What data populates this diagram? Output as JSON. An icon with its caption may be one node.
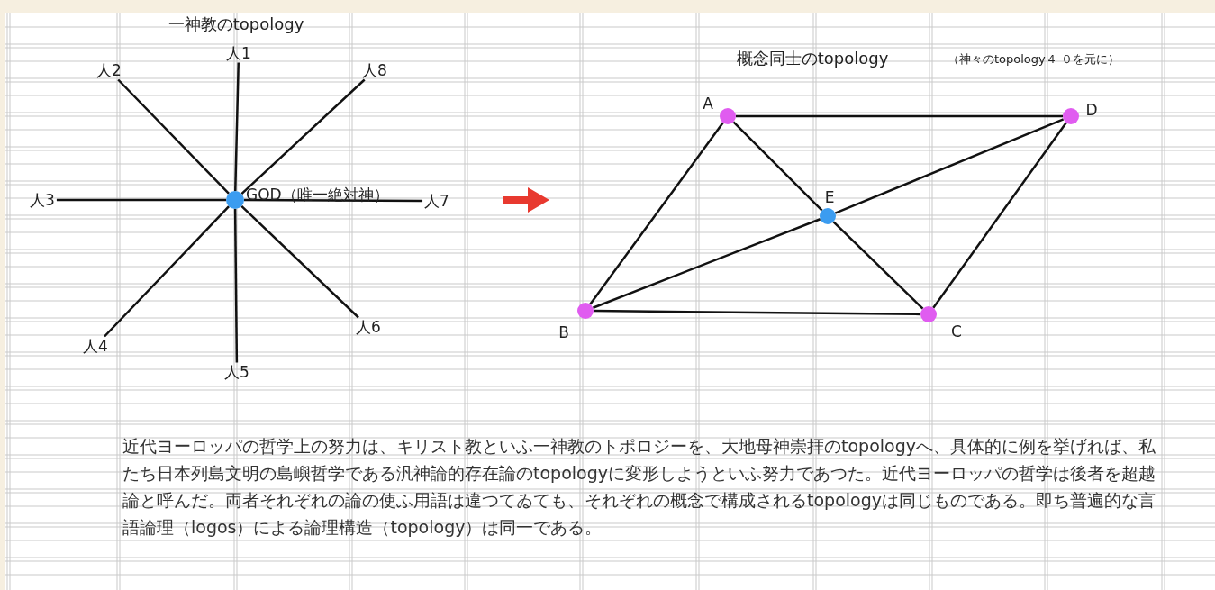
{
  "diagram": {
    "nodes": [
      {
        "text": [],
        "shape": "circle",
        "beside": [
          "GOD（唯一絶対神）"
        ]
      },
      {
        "text": [
          "人1"
        ]
      },
      {
        "text": [
          "人2"
        ]
      },
      {
        "text": [
          "人8"
        ]
      },
      {
        "text": [
          "人3"
        ]
      },
      {
        "text": [
          "人7"
        ]
      },
      {
        "text": [
          "人6"
        ]
      },
      {
        "text": [
          "人4"
        ]
      },
      {
        "text": [
          "人5"
        ]
      },
      {
        "text": [],
        "shape": "circle",
        "beside": [
          "A"
        ]
      },
      {
        "text": [],
        "shape": "circle",
        "beside": [
          "D"
        ]
      },
      {
        "text": [],
        "shape": "circle",
        "beside": [
          "E"
        ]
      },
      {
        "text": [],
        "shape": "circle",
        "beside": [
          "B"
        ]
      },
      {
        "text": [],
        "shape": "circle",
        "beside": [
          "C"
        ]
      }
    ],
    "edges": [
      {
        "from": 0,
        "to": 1,
        "arrow": "none"
      },
      {
        "from": 0,
        "to": 2,
        "arrow": "none"
      },
      {
        "from": 0,
        "to": 3,
        "arrow": "none"
      },
      {
        "from": 0,
        "to": 4,
        "arrow": "none"
      },
      {
        "from": 0,
        "to": 5,
        "arrow": "none"
      },
      {
        "from": 0,
        "to": 6,
        "arrow": "none"
      },
      {
        "from": 0,
        "to": 7,
        "arrow": "none"
      },
      {
        "from": 0,
        "to": 8,
        "arrow": "none"
      },
      {
        "from": 9,
        "to": 10,
        "arrow": "none"
      },
      {
        "from": 9,
        "to": 12,
        "arrow": "none"
      },
      {
        "from": 9,
        "to": 11,
        "arrow": "none"
      },
      {
        "from": 11,
        "to": 13,
        "arrow": "none"
      },
      {
        "from": 12,
        "to": 11,
        "arrow": "none"
      },
      {
        "from": 11,
        "to": 10,
        "arrow": "none"
      },
      {
        "from": 12,
        "to": 13,
        "arrow": "none"
      },
      {
        "from": 13,
        "to": 10,
        "arrow": "none"
      }
    ],
    "labels": [
      "一神教のtopology",
      "概念同士のtopology",
      "（神々のtopology４ ０を元に）",
      "近代ヨーロッパの哲学上の努力は、キリスト教といふ一神教のトポロジーを、大地母神崇拝のtopologyへ、具体的に例を挙げれば、私たち日本列島文明の島嶼哲学である汎神論的存在論のtopologyに変形しようといふ努力であつた。近代ヨーロッパの哲学は後者を超越論と呼んだ。両者それぞれの論の使ふ用語は違つてゐても、それぞれの概念で構成されるtopologyは同じものである。即ち普遍的な言語論理（logos）による論理構造（topology）は同一である。"
    ]
  }
}
